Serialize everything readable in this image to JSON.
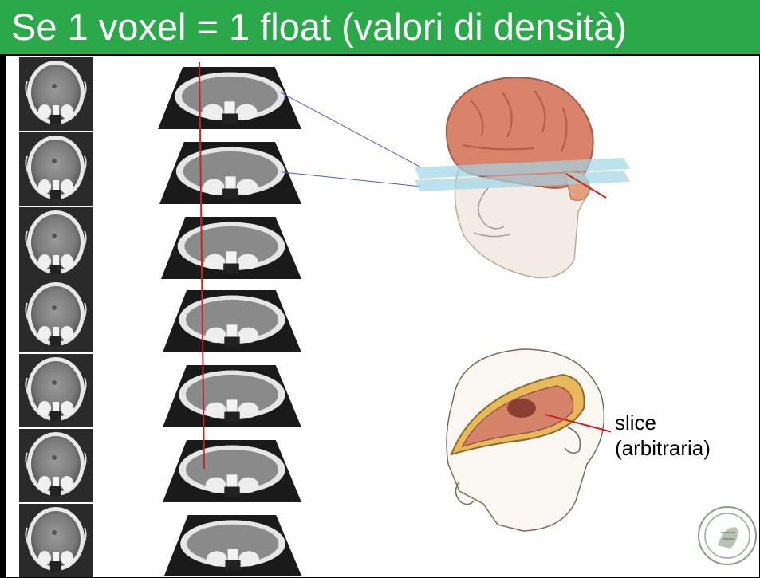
{
  "title": "Se 1 voxel = 1 float (valori di densità)",
  "caption": {
    "line1": "slice",
    "line2": "(arbitraria)"
  },
  "slice_count": 7,
  "colors": {
    "title_bg": "#2aa84a",
    "title_text": "#ffffff",
    "red_line": "#cc2222",
    "blue_line": "#5555cc",
    "plane": "#9fd6e6"
  },
  "icons": {
    "seal": "university-seal-icon",
    "head_top": "head-brain-illustration",
    "head_bottom": "head-slice-illustration"
  }
}
